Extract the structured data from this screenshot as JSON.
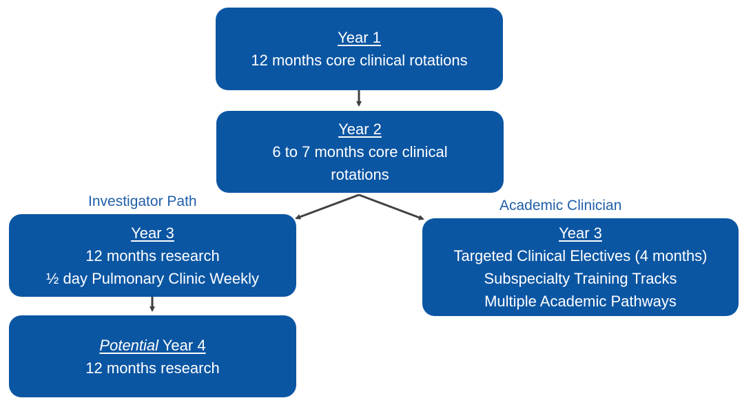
{
  "boxes": {
    "year1": {
      "title": "Year 1",
      "lines": [
        "12 months core clinical rotations"
      ]
    },
    "year2": {
      "title": "Year 2",
      "lines": [
        "6 to 7 months core clinical",
        "rotations"
      ]
    },
    "year3_investigator": {
      "title": "Year 3",
      "lines": [
        "12 months research",
        "½ day Pulmonary Clinic Weekly"
      ]
    },
    "year3_academic": {
      "title": "Year 3",
      "lines": [
        "Targeted Clinical Electives (4 months)",
        "Subspecialty Training Tracks",
        "Multiple Academic Pathways"
      ]
    },
    "year4": {
      "title_emphasis": "Potential",
      "title_rest": " Year 4",
      "lines": [
        "12 months research"
      ]
    }
  },
  "labels": {
    "investigator_path": "Investigator Path",
    "academic_clinician": "Academic Clinician"
  },
  "colors": {
    "box_fill": "#0b56a3",
    "box_text": "#ffffff",
    "label_text": "#1f5ea8",
    "connector": "#404040"
  }
}
